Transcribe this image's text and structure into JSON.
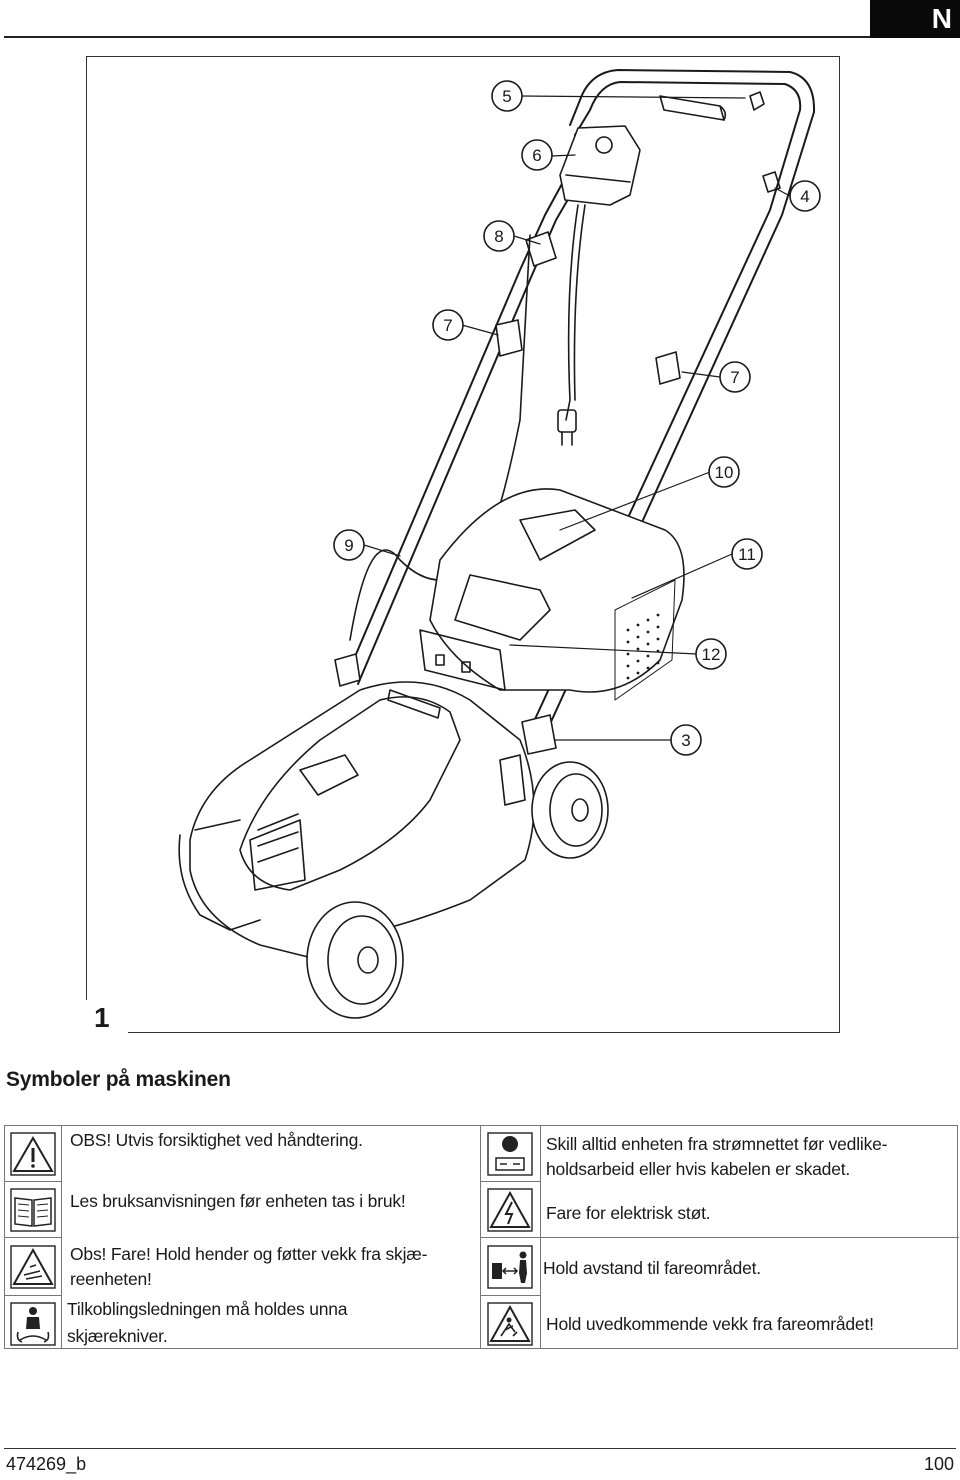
{
  "header": {
    "lang": "N"
  },
  "figure": {
    "number": "1",
    "callouts": [
      "5",
      "6",
      "4",
      "8",
      "7",
      "7",
      "10",
      "9",
      "11",
      "12",
      "3"
    ]
  },
  "section": {
    "title": "Symboler på maskinen"
  },
  "symbols": {
    "left": [
      {
        "icon": "warning-triangle-icon",
        "text": "OBS! Utvis forsiktighet ved håndtering."
      },
      {
        "icon": "manual-book-icon",
        "text": "Les bruksanvisningen før enheten tas i bruk!"
      },
      {
        "icon": "blade-hazard-icon",
        "text_line1": "Obs! Fare! Hold hender og føtter vekk fra skjæ-",
        "text_line2": "reenheten!"
      },
      {
        "icon": "cable-blade-icon",
        "text_line1": "Tilkoblingsledningen må holdes unna",
        "text_line2": "skjærekniver."
      }
    ],
    "right": [
      {
        "icon": "unplug-before-maintenance-icon",
        "text_line1": "Skill alltid enheten fra strømnettet før vedlike-",
        "text_line2": "holdsarbeid eller hvis kabelen er skadet."
      },
      {
        "icon": "electric-shock-icon",
        "text": "Fare for elektrisk støt."
      },
      {
        "icon": "keep-distance-icon",
        "text": "Hold avstand til fareområdet."
      },
      {
        "icon": "bystanders-away-icon",
        "text": "Hold uvedkommende vekk fra fareområdet!"
      }
    ]
  },
  "footer": {
    "code": "474269_b",
    "page": "100"
  }
}
